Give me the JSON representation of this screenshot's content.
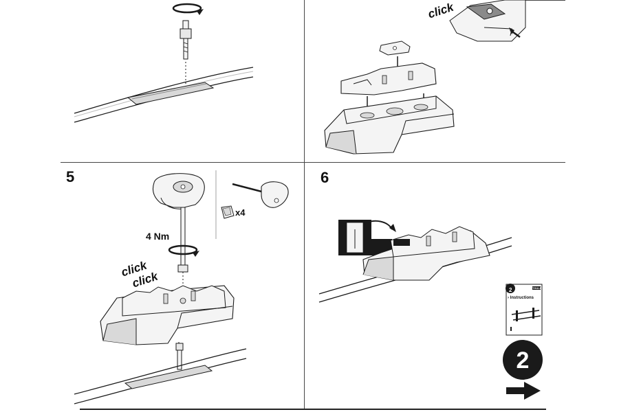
{
  "steps": {
    "step5_number": "5",
    "step6_number": "6",
    "click_text": "click",
    "torque_label": "4 Nm",
    "quantity_label": "x4",
    "instructions_card_number": "2",
    "instructions_card_title": "› Instructions",
    "instructions_card_brand": "THULE",
    "next_step_number": "2"
  },
  "icons": {
    "rotate": "rotate-arrow-icon",
    "arrow_next": "arrow-right-icon"
  },
  "colors": {
    "line": "#1a1a1a",
    "fill_light": "#f4f4f4",
    "fill_grey": "#d9d9d9",
    "fill_dark": "#8a8a8a",
    "badge": "#1a1a1a"
  }
}
